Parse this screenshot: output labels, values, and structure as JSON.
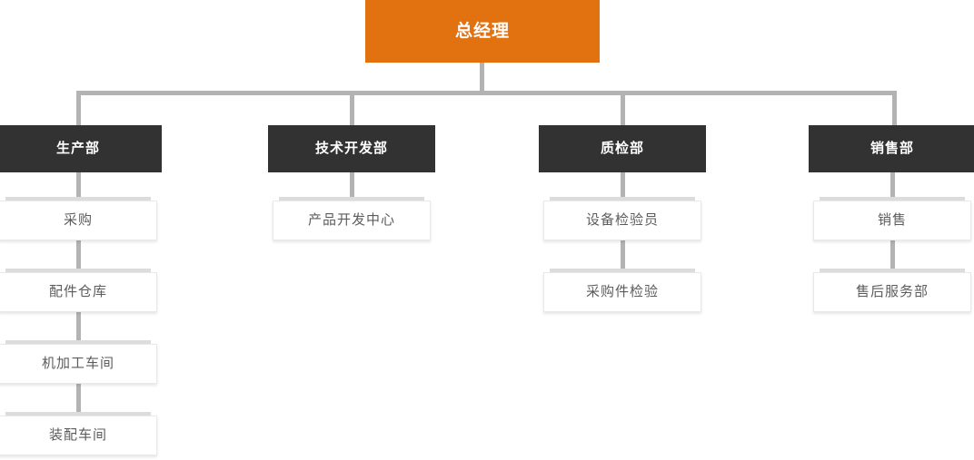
{
  "org_chart": {
    "root": {
      "label": "总经理"
    },
    "departments": [
      {
        "label": "生产部",
        "children": [
          "采购",
          "配件仓库",
          "机加工车间",
          "装配车间"
        ]
      },
      {
        "label": "技术开发部",
        "children": [
          "产品开发中心"
        ]
      },
      {
        "label": "质检部",
        "children": [
          "设备检验员",
          "采购件检验"
        ]
      },
      {
        "label": "销售部",
        "children": [
          "销售",
          "售后服务部"
        ]
      }
    ],
    "colors": {
      "root_background": "#e2710f",
      "department_background": "#323232",
      "connector": "#b3b3b3",
      "child_background": "#ffffff",
      "child_border": "#e9e9e9",
      "child_text": "#5c5c5c",
      "root_text": "#ffffff",
      "department_text": "#ffffff"
    }
  }
}
